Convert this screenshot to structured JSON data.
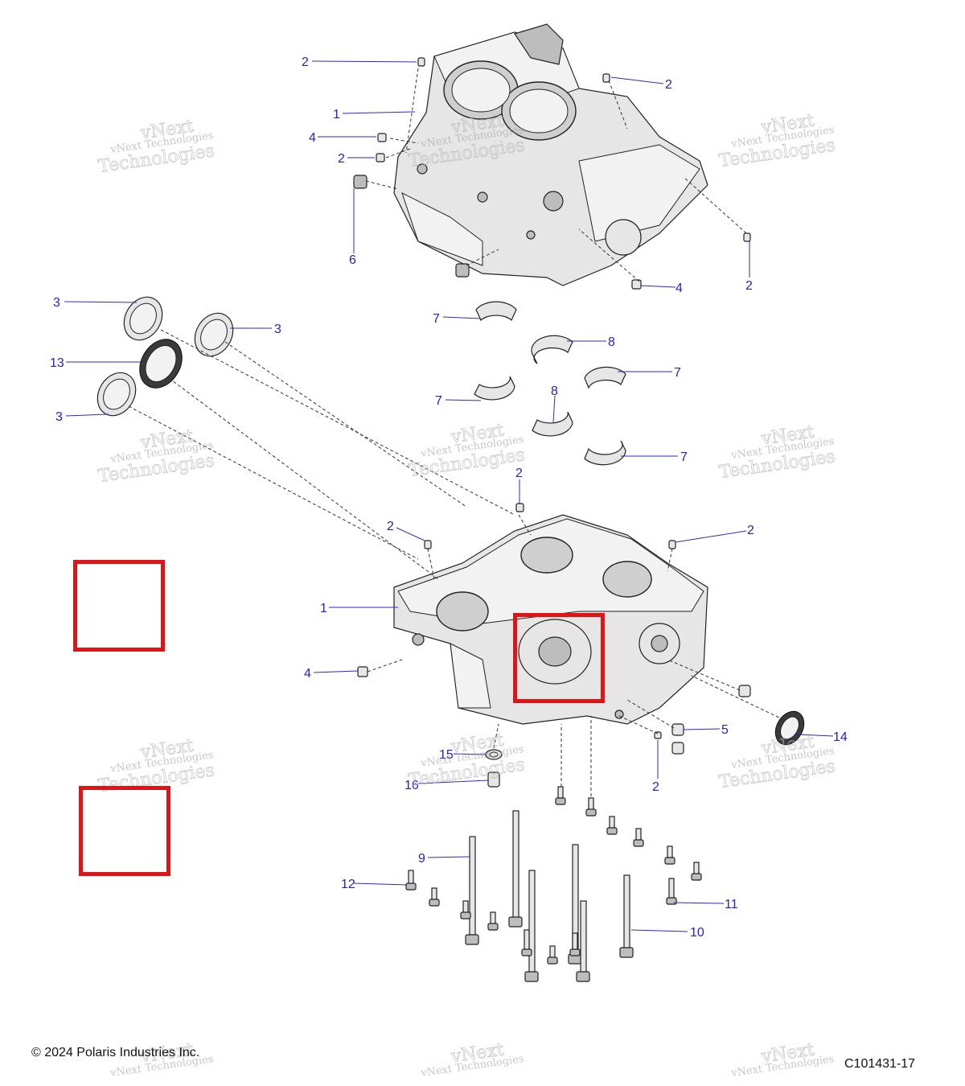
{
  "diagram": {
    "callouts": {
      "c1a": "1",
      "c1b": "1",
      "c2a": "2",
      "c2b": "2",
      "c2c": "2",
      "c2d": "2",
      "c2e": "2",
      "c2f": "2",
      "c2g": "2",
      "c2h": "2",
      "c3a": "3",
      "c3b": "3",
      "c3c": "3",
      "c4a": "4",
      "c4b": "4",
      "c4c": "4",
      "c5": "5",
      "c6": "6",
      "c7a": "7",
      "c7b": "7",
      "c7c": "7",
      "c7d": "7",
      "c8a": "8",
      "c8b": "8",
      "c9": "9",
      "c10": "10",
      "c11": "11",
      "c12": "12",
      "c13": "13",
      "c14": "14",
      "c15": "15",
      "c16": "16"
    },
    "watermark": {
      "line1": "vNext Technologies",
      "line2": "Technologies",
      "line3": "vNext"
    }
  },
  "footer": {
    "copyright": "© 2024 Polaris Industries Inc.",
    "part_code": "C101431-17"
  },
  "colors": {
    "callout": "#2222cc",
    "marker": "#e01414"
  }
}
